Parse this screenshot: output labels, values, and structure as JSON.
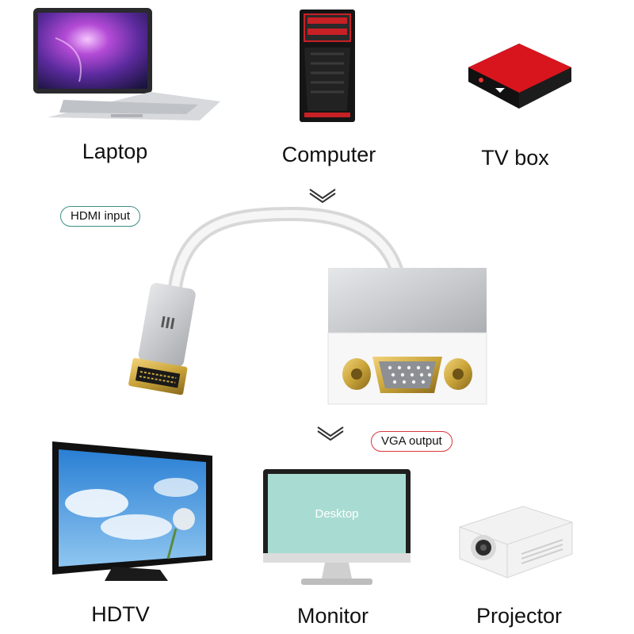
{
  "sources": [
    {
      "label": "Laptop"
    },
    {
      "label": "Computer"
    },
    {
      "label": "TV box"
    }
  ],
  "adapter": {
    "input_label": "HDMI input",
    "output_label": "VGA output"
  },
  "displays": [
    {
      "label": "HDTV"
    },
    {
      "label": "Monitor",
      "screen_text": "Desktop"
    },
    {
      "label": "Projector"
    }
  ],
  "colors": {
    "input_pill_border": "#3f8f86",
    "output_pill_border": "#d9363e",
    "connector_gold": "#c9a43a",
    "cable_white": "#f2f2f2"
  }
}
